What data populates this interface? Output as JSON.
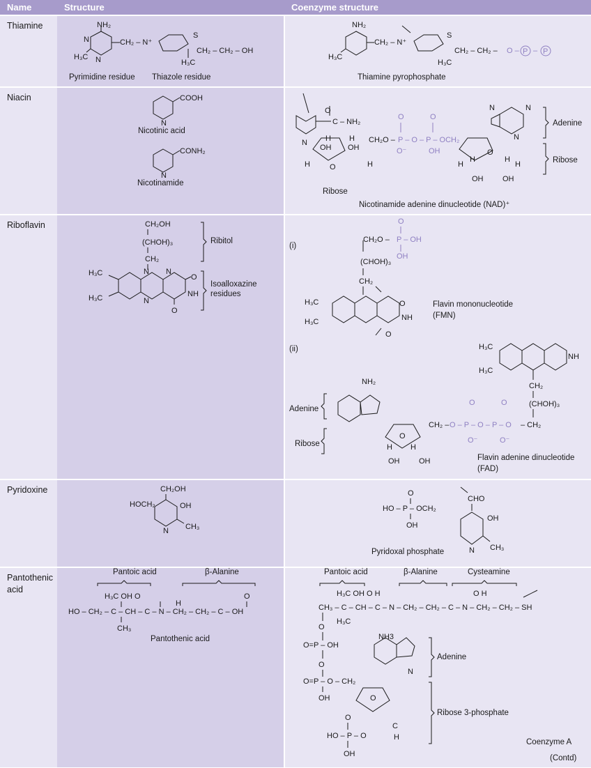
{
  "headers": {
    "name": "Name",
    "structure": "Structure",
    "coenzyme": "Coenzyme structure"
  },
  "rows": {
    "thiamine": {
      "name": "Thiamine",
      "structure_labels": [
        "Pyrimidine residue",
        "Thiazole residue"
      ],
      "coenzyme_name": "Thiamine pyrophosphate"
    },
    "niacin": {
      "name": "Niacin",
      "structure_labels": [
        "Nicotinic acid",
        "Nicotinamide"
      ],
      "coenzyme_labels": [
        "Adenine",
        "Ribose",
        "Ribose"
      ],
      "coenzyme_name": "Nicotinamide adenine dinucleotide (NAD)⁺"
    },
    "riboflavin": {
      "name": "Riboflavin",
      "structure_labels": [
        "Ribitol",
        "Isoalloxazine residues"
      ],
      "coenzyme_items": [
        {
          "marker": "(i)",
          "name": "Flavin mononucleotide (FMN)"
        },
        {
          "marker": "(ii)",
          "name": "Flavin adenine dinucleotide (FAD)"
        }
      ],
      "coenzyme_labels": [
        "Adenine",
        "Ribose"
      ]
    },
    "pyridoxine": {
      "name": "Pyridoxine",
      "coenzyme_name": "Pyridoxal phosphate"
    },
    "pantothenic": {
      "name": "Pantothenic acid",
      "structure_labels": [
        "Pantoic acid",
        "β-Alanine"
      ],
      "structure_name": "Pantothenic acid",
      "coenzyme_labels": [
        "Pantoic acid",
        "β-Alanine",
        "Cysteamine",
        "Adenine",
        "Ribose 3-phosphate"
      ],
      "coenzyme_name": "Coenzyme A"
    }
  },
  "footer": {
    "contd": "(Contd)"
  },
  "colors": {
    "header": "#a79bcb",
    "band_dark": "#d5cfe8",
    "band_light": "#e8e5f3",
    "phosphate": "#8f80c2"
  }
}
